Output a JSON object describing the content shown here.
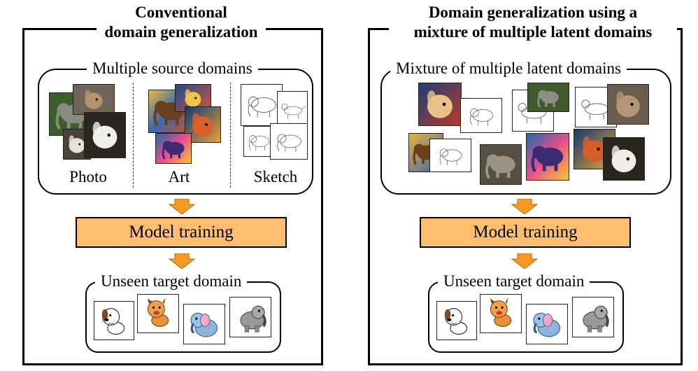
{
  "left_panel": {
    "title_line1": "Conventional",
    "title_line2": "domain generalization",
    "source_label": "Multiple source domains",
    "domains": [
      "Photo",
      "Art",
      "Sketch"
    ],
    "training_label": "Model training",
    "target_label": "Unseen target domain"
  },
  "right_panel": {
    "title_line1": "Domain generalization using a",
    "title_line2": "mixture of multiple latent domains",
    "mixture_label": "Mixture of multiple latent domains",
    "training_label": "Model training",
    "target_label": "Unseen target domain"
  },
  "colors": {
    "training_fill": "#fdbf6f",
    "arrow_fill": "#f59a23"
  },
  "icons": [
    "elephant-photo",
    "dog-photo",
    "elephant-art",
    "dog-art",
    "elephant-sketch",
    "dog-sketch",
    "cartoon-dog",
    "cartoon-elephant"
  ]
}
